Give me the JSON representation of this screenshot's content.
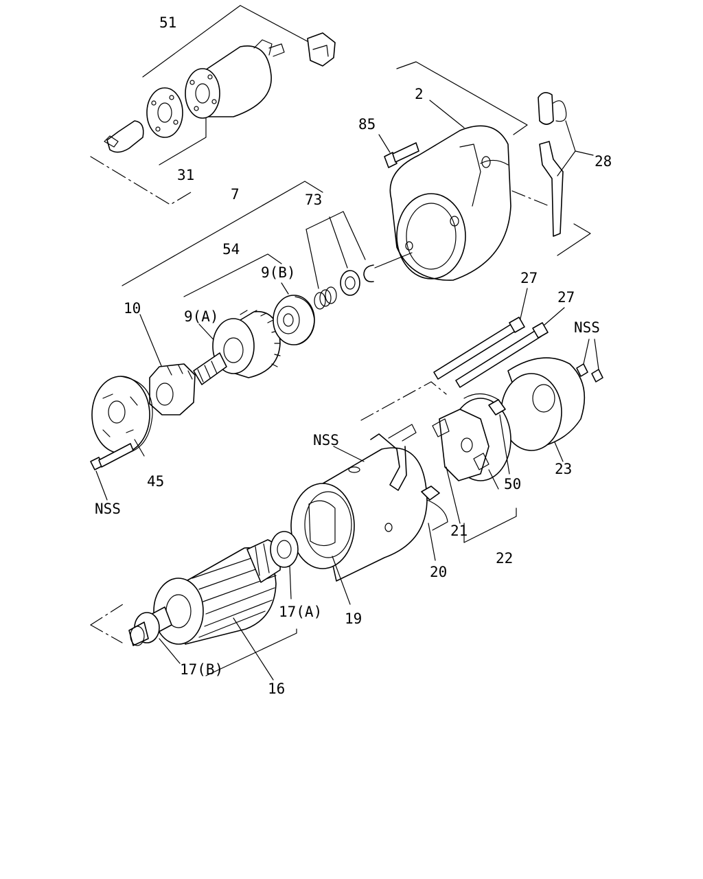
{
  "labels": {
    "l51": "51",
    "l2": "2",
    "l85": "85",
    "l28": "28",
    "l31": "31",
    "l7": "7",
    "l73": "73",
    "l54": "54",
    "l9b": "9(B)",
    "l10": "10",
    "l9a": "9(A)",
    "l27a": "27",
    "l27b": "27",
    "lnss1": "NSS",
    "lnss2": "NSS",
    "l45": "45",
    "lnss3": "NSS",
    "l50": "50",
    "l23": "23",
    "l21": "21",
    "l22": "22",
    "l20": "20",
    "l19": "19",
    "l17a": "17(A)",
    "l17b": "17(B)",
    "l16": "16"
  }
}
